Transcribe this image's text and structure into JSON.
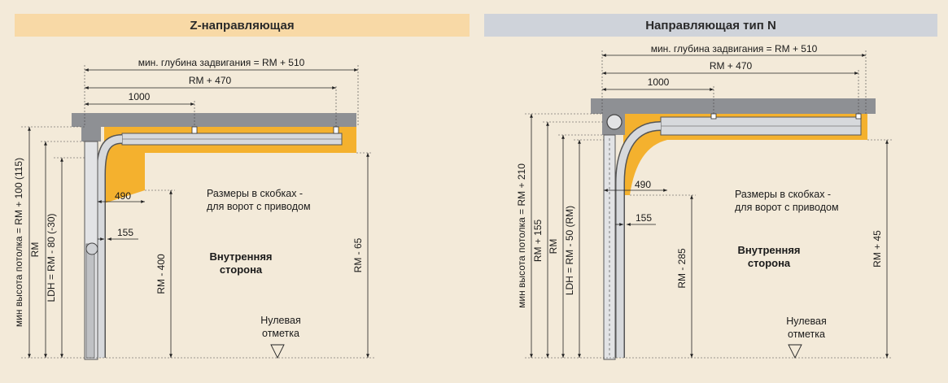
{
  "left": {
    "title": "Z-направляющая",
    "dims": {
      "top": "мин. глубина задвигания = RM + 510",
      "second": "RM + 470",
      "third": "1000",
      "v1": "мин высота потолка = RM + 100 (115)",
      "v2": "RM",
      "v3": "LDH = RM - 80 (-30)",
      "v4": "RM - 400",
      "v5": "RM - 65",
      "h490": "490",
      "h155": "155"
    },
    "note_line1": "Размеры в скобках -",
    "note_line2": "для ворот с приводом",
    "inside_line1": "Внутренняя",
    "inside_line2": "сторона",
    "zero_line1": "Нулевая",
    "zero_line2": "отметка"
  },
  "right": {
    "title": "Направляющая тип N",
    "dims": {
      "top": "мин. глубина задвигания = RM + 510",
      "second": "RM + 470",
      "third": "1000",
      "v1": "мин высота потолка = RM + 210",
      "v2": "RM + 155",
      "v3": "RM",
      "v4": "LDH = RM - 50 (RM)",
      "v5": "RM - 285",
      "v6": "RM + 45",
      "h490": "490",
      "h155": "155"
    },
    "note_line1": "Размеры в скобках -",
    "note_line2": "для ворот с приводом",
    "inside_line1": "Внутренняя",
    "inside_line2": "сторона",
    "zero_line1": "Нулевая",
    "zero_line2": "отметка"
  },
  "colors": {
    "background": "#f3ead9",
    "ceiling": "#8e9094",
    "bracket": "#f4b12e",
    "rail": "#d7d9dc",
    "left_header": "#f8d9a6",
    "right_header": "#cfd3da"
  }
}
